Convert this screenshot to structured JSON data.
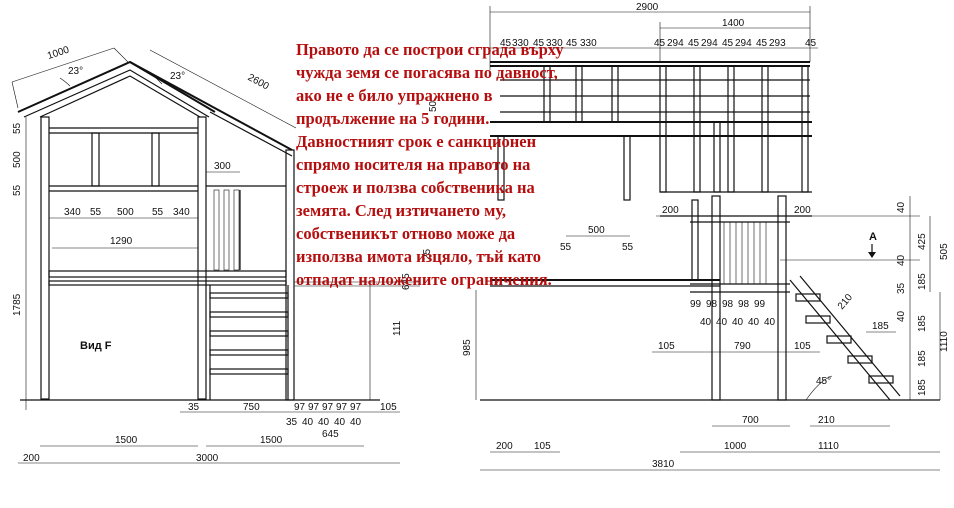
{
  "overlay_lines": [
    "Правото да се построи сграда върху",
    "чужда земя се погасява по давност,",
    "ако не е било упражнено в",
    "продължение на 5 години.",
    "Давностният срок е санкционен",
    "спрямо носителя на правото на",
    "строеж и ползва собственика на",
    "земята. След изтичането му,",
    "собственикът отново може да",
    "използва имота изцяло, тъй като",
    "отпадат наложените ограничения."
  ],
  "left_view": {
    "label": "Вид F",
    "dims": {
      "roof_len": "1000",
      "angle_left": "23°",
      "angle_right": "23°",
      "slope_len": "2600",
      "v55a": "55",
      "v500": "500",
      "v55b": "55",
      "v1785": "1785",
      "h340a": "340",
      "h55a": "55",
      "h500": "500",
      "h55b": "55",
      "h340b": "340",
      "h1290": "1290",
      "h300": "300",
      "h35": "35",
      "h750": "750",
      "h105": "105",
      "h1500a": "1500",
      "h1500b": "1500",
      "h200": "200",
      "h3000": "3000",
      "h645": "645",
      "v111": "111",
      "v645": "645"
    },
    "step_row1": [
      "97",
      "97",
      "97",
      "97",
      "97"
    ],
    "step_row2": [
      "35",
      "40",
      "40",
      "40",
      "40"
    ]
  },
  "right_view": {
    "top_dims": {
      "d2900": "2900",
      "d1400": "1400"
    },
    "top_row": [
      "45",
      "330",
      "45",
      "330",
      "45",
      "330",
      "45",
      "294",
      "45",
      "294",
      "45",
      "294",
      "45",
      "293",
      "45"
    ],
    "dims": {
      "d200a": "200",
      "d200b": "200",
      "d500": "500",
      "d55a": "55",
      "d55b": "55",
      "d40a": "40",
      "d425": "425",
      "d505": "505",
      "d40b": "40",
      "d35": "35",
      "d185a": "185",
      "d185b": "185",
      "d185c": "185",
      "d185d": "185",
      "d1110": "1110",
      "d210a": "210",
      "d185e": "185",
      "d40c": "40",
      "d105a": "105",
      "d790": "790",
      "d105b": "105",
      "angle": "45°",
      "d700": "700",
      "d210b": "210",
      "d200c": "200",
      "d105c": "105",
      "d1000": "1000",
      "d1110b": "1110",
      "d3810": "3810",
      "d985": "985",
      "d25": "25",
      "d50": "50",
      "section": "A"
    },
    "row99": [
      "99",
      "98",
      "98",
      "98",
      "99"
    ],
    "row40": [
      "40",
      "40",
      "40",
      "40",
      "40"
    ]
  }
}
